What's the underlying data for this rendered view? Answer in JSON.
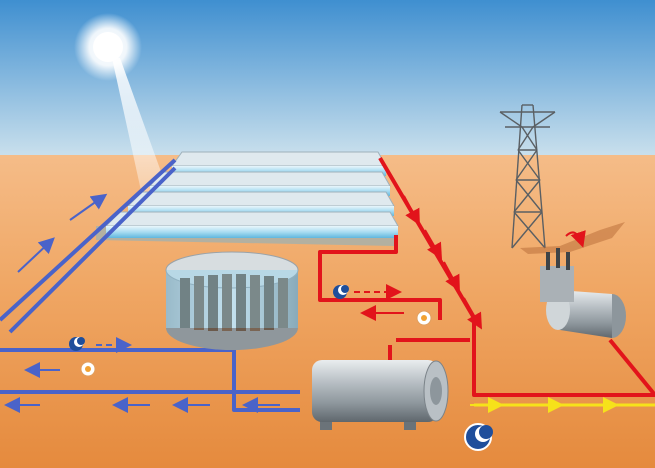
{
  "scene": {
    "colors": {
      "sky_top": "#3f8fd0",
      "sky_bottom": "#cfe3ee",
      "desert_top": "#f3b27a",
      "desert_bottom": "#e6893f",
      "hot_fluid": "#e2141b",
      "cold_fluid": "#4a63c9",
      "electricity": "#f6e21a",
      "steel": "#9aa2a8",
      "mirror": "#9fd6ef"
    },
    "icons": {
      "sun": "sun-icon",
      "night_mode": "moon-icon",
      "day_mode": "sun-small-icon"
    },
    "components": [
      "parabolic-trough-collector-field",
      "thermal-storage-tank",
      "steam-turbine-generator",
      "step-up-transformer",
      "transmission-tower"
    ],
    "flows": {
      "hot_arrows_direction": "down-right",
      "cold_arrows_direction": "left",
      "power_arrows_direction": "right"
    }
  }
}
